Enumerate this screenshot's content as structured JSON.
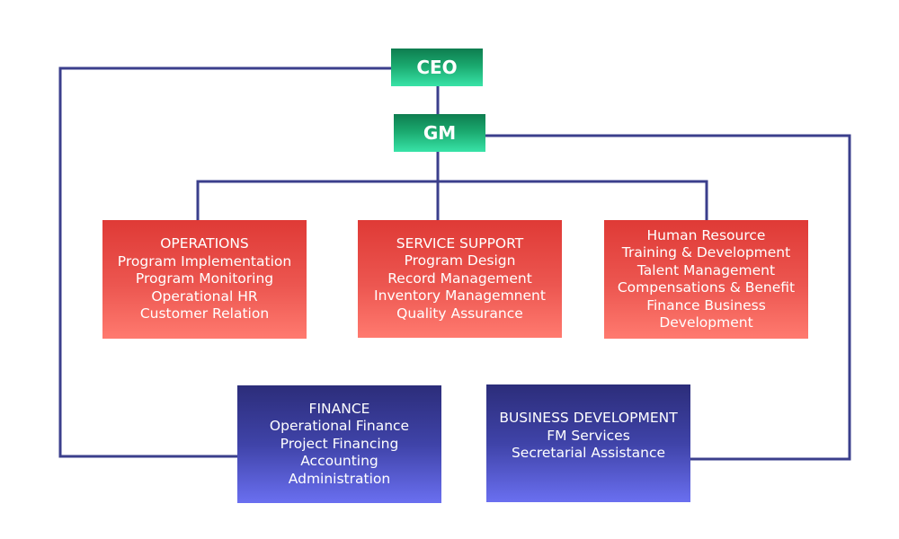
{
  "executives": {
    "ceo": "CEO",
    "gm": "GM"
  },
  "departments": {
    "operations": {
      "title": "OPERATIONS",
      "items": [
        "Program Implementation",
        "Program Monitoring",
        "Operational HR",
        "Customer Relation"
      ]
    },
    "service_support": {
      "title": "SERVICE SUPPORT",
      "items": [
        "Program Design",
        "Record Management",
        "Inventory Managemnent",
        "Quality Assurance"
      ]
    },
    "human_resource": {
      "title": "Human Resource",
      "items": [
        "Training & Development",
        "Talent Management",
        "Compensations & Benefit",
        "Finance Business",
        "Development"
      ]
    },
    "finance": {
      "title": "FINANCE",
      "items": [
        "Operational Finance",
        "Project Financing",
        "Accounting",
        "Administration"
      ]
    },
    "business_development": {
      "title": "BUSINESS DEVELOPMENT",
      "items": [
        "FM Services",
        "Secretarial Assistance"
      ]
    }
  },
  "colors": {
    "connector": "#3b3f8c",
    "executive_green": "#1aa86e",
    "department_red": "#ec5650",
    "department_blue": "#3f43a8"
  }
}
